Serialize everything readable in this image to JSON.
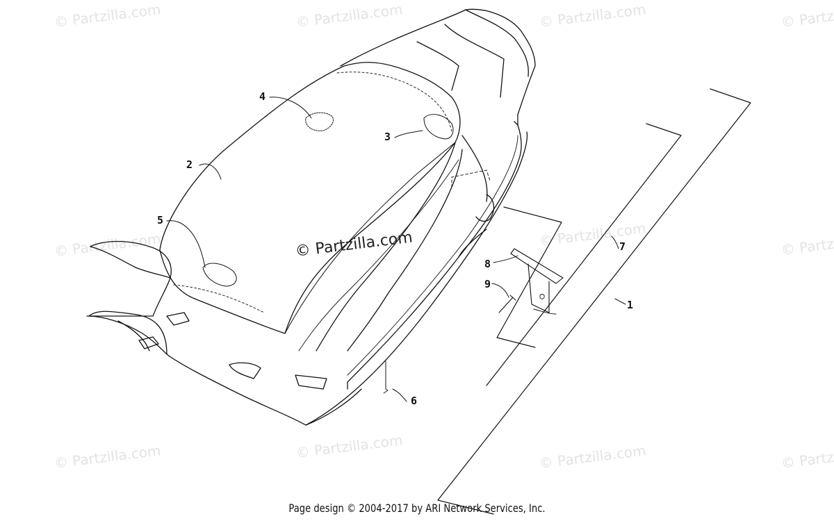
{
  "watermark": {
    "text": "© Partzilla.com",
    "center_text": "© Partzilla.com"
  },
  "callouts": [
    "1",
    "2",
    "3",
    "4",
    "5",
    "6",
    "7",
    "8",
    "9"
  ],
  "footer": "Page design © 2004-2017 by ARI Network Services, Inc."
}
